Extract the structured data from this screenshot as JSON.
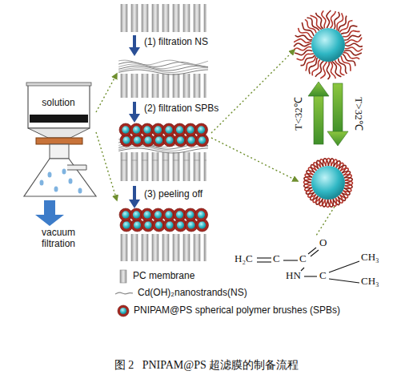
{
  "diagram": {
    "caption": "图 2   PNIPAM@PS 超滤膜的制备流程",
    "nodes": [
      {
        "text": [
          "solution"
        ]
      }
    ],
    "labels": [
      "vacuum filtration",
      "(1) filtration NS",
      "(2) filtration SPBs",
      "(3) peeling off",
      "T<32℃",
      "T>32℃",
      "H₂C",
      "C",
      "C",
      "O",
      "HN",
      "C",
      "CH₃",
      "CH₃"
    ],
    "legend": [
      {
        "text": "PC membrane"
      },
      {
        "text": "Cd(OH)₂nanostrands(NS)"
      },
      {
        "text": "PNIPAM@PS spherical polymer brushes (SPBs)"
      }
    ]
  }
}
